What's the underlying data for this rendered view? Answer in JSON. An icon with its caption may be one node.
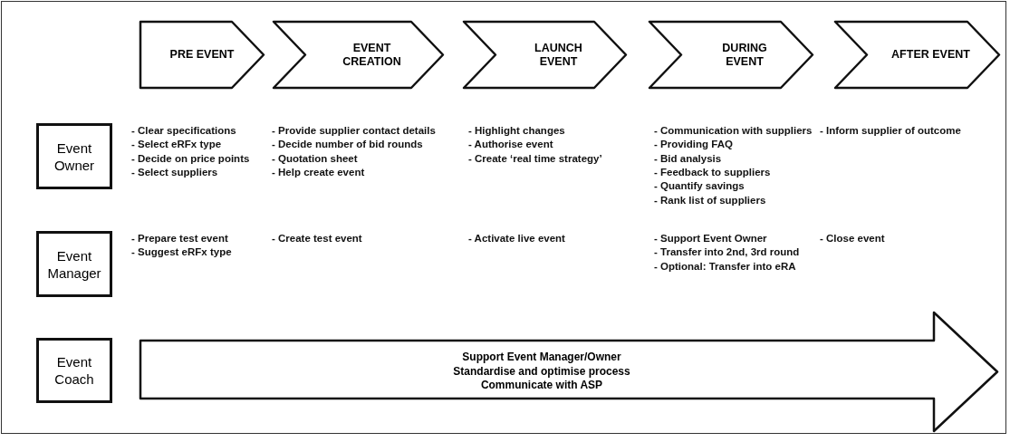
{
  "diagram": {
    "nodes": [
      {
        "text": [
          "PRE EVENT"
        ]
      },
      {
        "text": [
          "EVENT CREATION"
        ]
      },
      {
        "text": [
          "LAUNCH EVENT"
        ]
      },
      {
        "text": [
          "DURING EVENT"
        ]
      },
      {
        "text": [
          "AFTER EVENT"
        ]
      },
      {
        "text": [
          "Event Owner"
        ]
      },
      {
        "text": [
          "Event Manager"
        ]
      },
      {
        "text": [
          "Event Coach"
        ]
      },
      {
        "text": [
          "Support Event Manager/Owner",
          "Standardise and optimise process",
          "Communicate with ASP"
        ]
      }
    ],
    "edges": [],
    "labels": [
      "- Clear specifications",
      "- Select eRFx type",
      "- Decide on price points",
      "- Select suppliers",
      "- Provide supplier contact details",
      "- Decide number of bid rounds",
      "- Quotation sheet",
      "- Help create event",
      "- Highlight changes",
      "- Authorise event",
      "- Create ‘real time strategy’",
      "- Communication with suppliers",
      "- Providing FAQ",
      "- Bid analysis",
      "- Feedback to suppliers",
      "- Quantify savings",
      "- Rank list of suppliers",
      "- Inform supplier of outcome",
      "- Prepare test event",
      "- Suggest eRFx type",
      "- Create test event",
      "- Activate live event",
      "- Support Event Owner",
      "- Transfer into 2nd, 3rd round",
      "- Optional: Transfer into eRA",
      "- Close event"
    ]
  }
}
